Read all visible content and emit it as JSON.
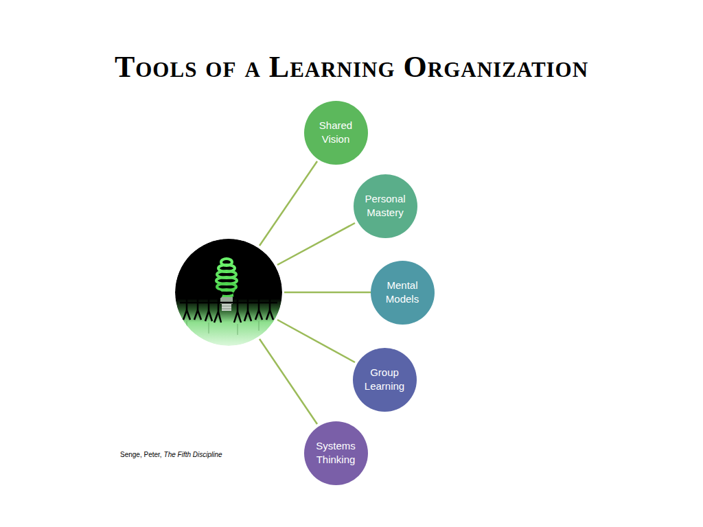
{
  "diagram": {
    "title": "Tools of a Learning Organization",
    "nodes": [
      {
        "text": [
          "Shared Vision"
        ]
      },
      {
        "text": [
          "Personal Mastery"
        ]
      },
      {
        "text": [
          "Mental Models"
        ]
      },
      {
        "text": [
          "Group Learning"
        ]
      },
      {
        "text": [
          "Systems Thinking"
        ]
      }
    ],
    "labels": [
      "Senge, Peter,",
      "The Fifth Discipline"
    ]
  }
}
